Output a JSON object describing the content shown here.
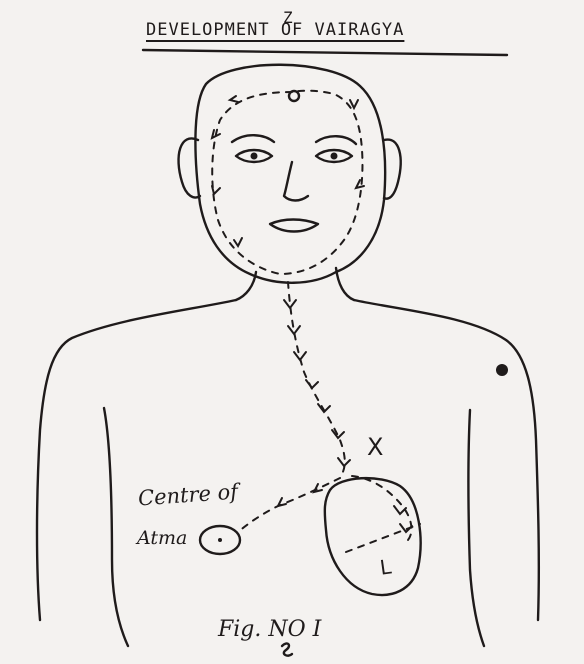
{
  "figure": {
    "title": "DEVELOPMENT OF VAIRAGYA",
    "caption": "Fig. NO I",
    "labels": {
      "centre_line_1": "Centre of",
      "centre_line_2": "Atma",
      "x_mark": "X",
      "l_mark": "L",
      "head_mark": "Z"
    }
  },
  "colors": {
    "paper": "#f4f2f0",
    "ink": "#1f1b1b"
  }
}
